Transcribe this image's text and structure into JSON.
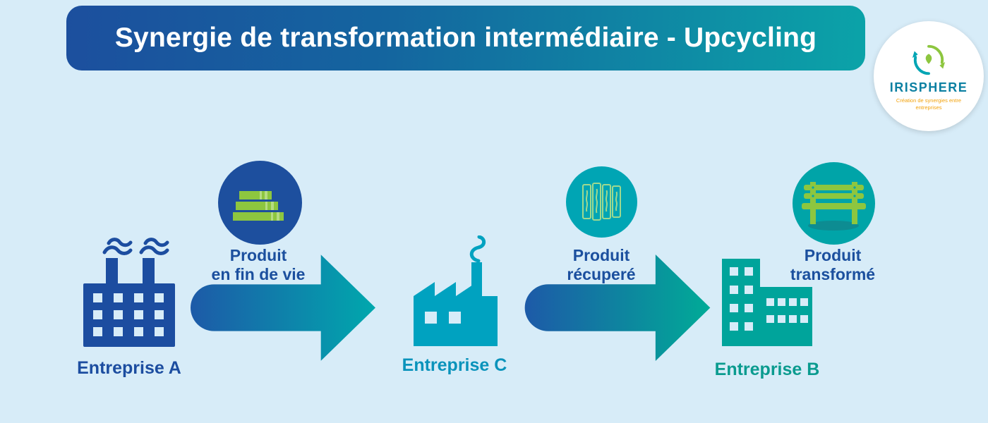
{
  "header": {
    "title": "Synergie de transformation intermédiaire - Upcycling"
  },
  "logo": {
    "name": "IRISPHERE",
    "tagline": "Création de synergies entre entreprises"
  },
  "flow": {
    "companies": [
      {
        "label": "Entreprise A"
      },
      {
        "label": "Entreprise C"
      },
      {
        "label": "Entreprise B"
      }
    ],
    "products": [
      {
        "line1": "Produit",
        "line2": "en fin de vie"
      },
      {
        "line1": "Produit",
        "line2": "récuperé"
      },
      {
        "line1": "Produit",
        "line2": "transformé"
      }
    ]
  },
  "colors": {
    "background": "#d7ecf8",
    "dark_blue": "#1c4da0",
    "teal": "#00a5b4",
    "cyan_teal": "#00a2c0",
    "teal_green": "#00a49b",
    "green": "#8dc63f",
    "header_gradient_start": "#1c4f9e",
    "header_gradient_end": "#0ba3a8",
    "logo_text": "#0c80a2",
    "logo_tagline": "#f2a20c"
  }
}
